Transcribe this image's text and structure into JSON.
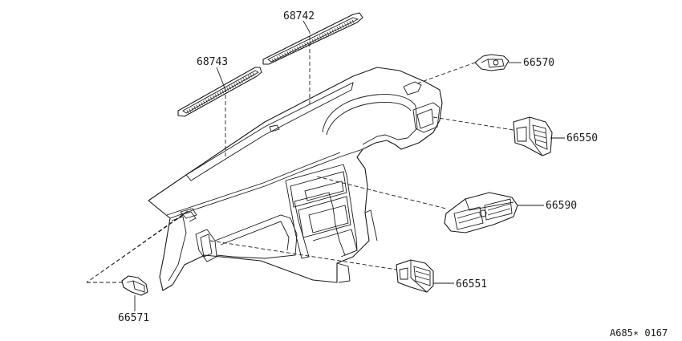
{
  "parts": [
    {
      "id": "p68742",
      "number": "68742"
    },
    {
      "id": "p68743",
      "number": "68743"
    },
    {
      "id": "p66570",
      "number": "66570"
    },
    {
      "id": "p66550",
      "number": "66550"
    },
    {
      "id": "p66590",
      "number": "66590"
    },
    {
      "id": "p66551",
      "number": "66551"
    },
    {
      "id": "p66571",
      "number": "66571"
    }
  ],
  "reference_code": "A685∗ 0167"
}
